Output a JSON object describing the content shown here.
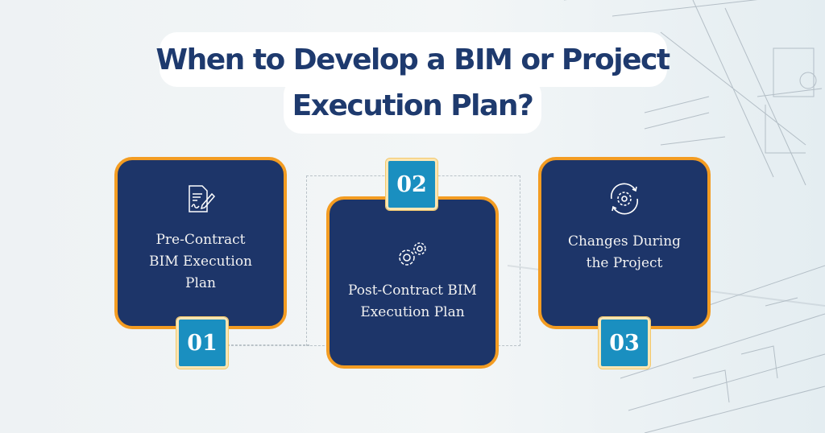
{
  "title": {
    "line1": "When to Develop a BIM or Project",
    "line2": "Execution Plan?"
  },
  "steps": [
    {
      "number": "01",
      "label": "Pre-Contract\nBIM Execution\nPlan",
      "icon": "signed-document-icon"
    },
    {
      "number": "02",
      "label": "Post-Contract BIM\nExecution Plan",
      "icon": "gears-icon"
    },
    {
      "number": "03",
      "label": "Changes During\nthe Project",
      "icon": "gear-cycle-icon"
    }
  ],
  "colors": {
    "card": "#1d3569",
    "border": "#f39c22",
    "badge": "#1a8fc0",
    "title": "#1e3a6e"
  }
}
